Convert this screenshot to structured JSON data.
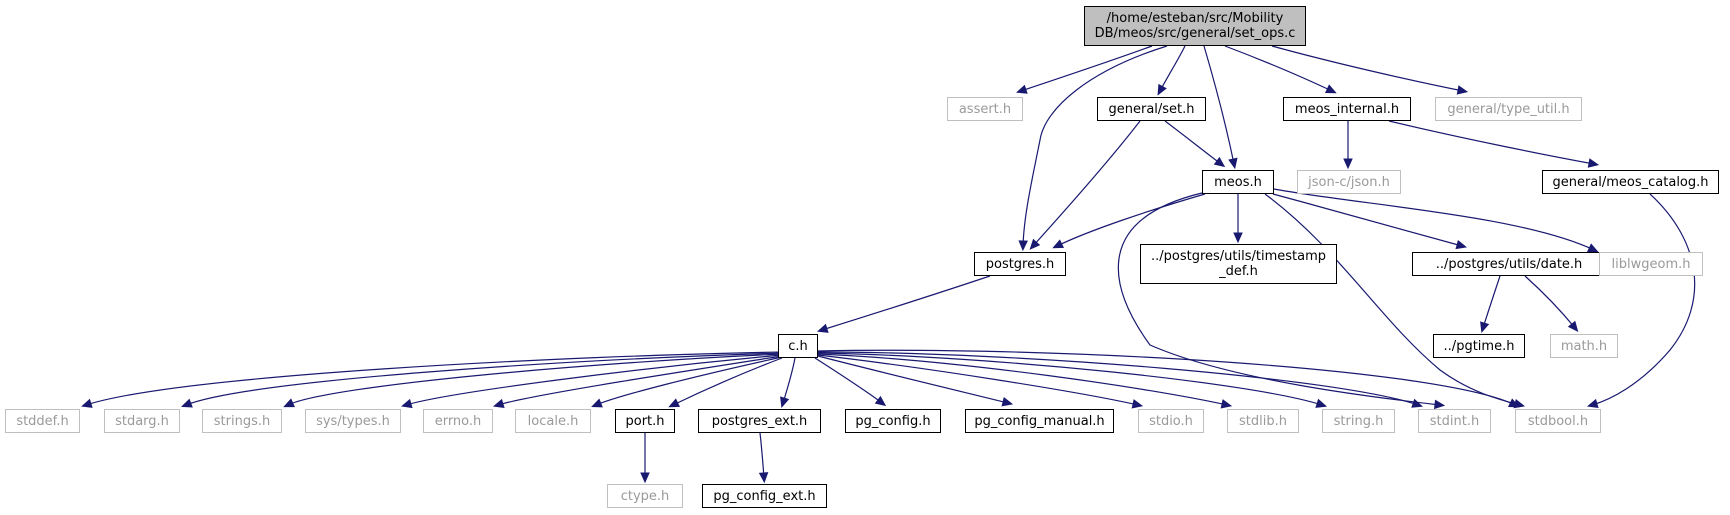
{
  "colors": {
    "edge": "#191970",
    "root_fill": "#bfbfbf",
    "external_border": "#bfbfbf",
    "external_text": "#9a9a9a"
  },
  "nodes": {
    "root": "/home/esteban/src/Mobility\nDB/meos/src/general/set_ops.c",
    "assert": "assert.h",
    "general_set": "general/set.h",
    "meos_internal": "meos_internal.h",
    "type_util": "general/type_util.h",
    "meos": "meos.h",
    "json": "json-c/json.h",
    "meos_catalog": "general/meos_catalog.h",
    "postgres": "postgres.h",
    "timestamp_def": "../postgres/utils/timestamp\n_def.h",
    "date": "../postgres/utils/date.h",
    "liblwgeom": "liblwgeom.h",
    "c": "c.h",
    "pgtime": "../pgtime.h",
    "math": "math.h",
    "stddef": "stddef.h",
    "stdarg": "stdarg.h",
    "strings": "strings.h",
    "sys_types": "sys/types.h",
    "errno": "errno.h",
    "locale": "locale.h",
    "port": "port.h",
    "postgres_ext": "postgres_ext.h",
    "pg_config": "pg_config.h",
    "pg_config_manual": "pg_config_manual.h",
    "stdio": "stdio.h",
    "stdlib": "stdlib.h",
    "string": "string.h",
    "stdint": "stdint.h",
    "stdbool": "stdbool.h",
    "ctype": "ctype.h",
    "pg_config_ext": "pg_config_ext.h"
  }
}
